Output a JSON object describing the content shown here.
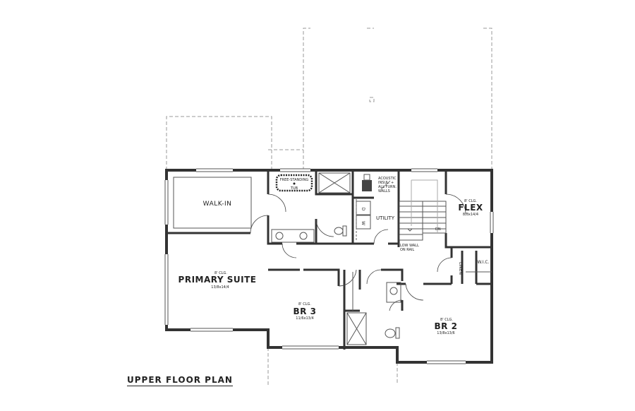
{
  "title": "UPPER FLOOR PLAN",
  "rooms": {
    "walk_in": {
      "name": "WALK-IN"
    },
    "primary": {
      "ceiling": "8' CLG.",
      "name": "PRIMARY SUITE",
      "size": "13/8x14/4"
    },
    "br3": {
      "ceiling": "8' CLG.",
      "name": "BR 3",
      "size": "11/6x13/4"
    },
    "br2": {
      "ceiling": "8' CLG.",
      "name": "BR 2",
      "size": "13/8x13/6"
    },
    "flex": {
      "ceiling": "8' CLG.",
      "name": "FLEX",
      "size": "8/8x14/4"
    },
    "utility": {
      "name": "UTILITY"
    },
    "linen": {
      "name": "LINEN"
    },
    "wic": {
      "name": "W.I.C."
    }
  },
  "notes": {
    "tub_top": "FREE-STANDING",
    "tub_bottom": "TUB",
    "acoustic_1": "ACOUSTIC",
    "acoustic_2": "INSUL. +",
    "acoustic_3": "ALL FURN.",
    "acoustic_4": "WALLS",
    "low_wall_1": "LOW WALL",
    "low_wall_2": "ON RAIL",
    "stair_dn": "DN",
    "washer": "W",
    "dryer": "D"
  }
}
